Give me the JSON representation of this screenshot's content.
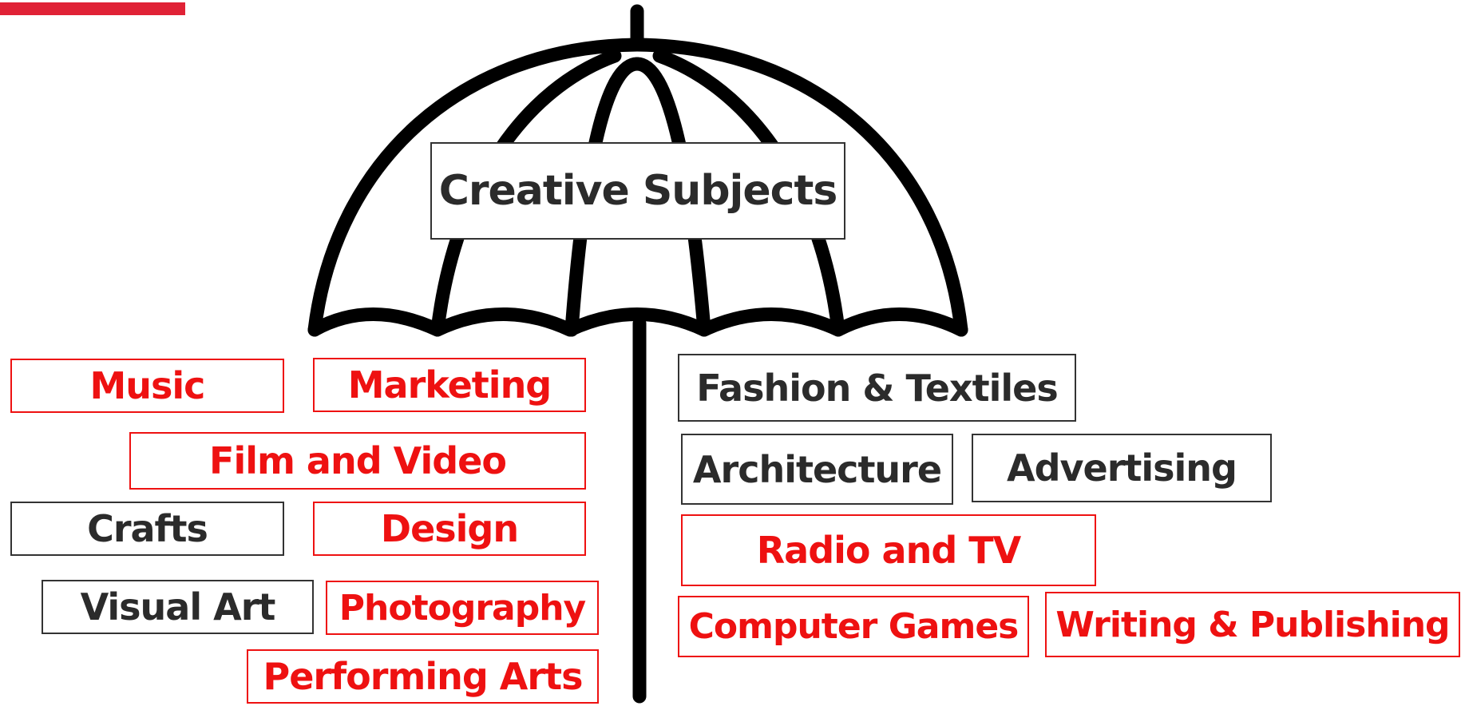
{
  "title": "Creative Subjects",
  "colors": {
    "accent": "#e02236",
    "highlight": "#ee1111",
    "neutral": "#2b2b2b"
  },
  "subjects": [
    {
      "label": "Music",
      "highlight": true
    },
    {
      "label": "Marketing",
      "highlight": true
    },
    {
      "label": "Film and Video",
      "highlight": true
    },
    {
      "label": "Crafts",
      "highlight": false
    },
    {
      "label": "Design",
      "highlight": true
    },
    {
      "label": "Visual Art",
      "highlight": false
    },
    {
      "label": "Photography",
      "highlight": true
    },
    {
      "label": "Performing Arts",
      "highlight": true
    },
    {
      "label": "Fashion & Textiles",
      "highlight": false
    },
    {
      "label": "Architecture",
      "highlight": false
    },
    {
      "label": "Advertising",
      "highlight": false
    },
    {
      "label": "Radio and TV",
      "highlight": true
    },
    {
      "label": "Computer Games",
      "highlight": true
    },
    {
      "label": "Writing & Publishing",
      "highlight": true
    }
  ]
}
